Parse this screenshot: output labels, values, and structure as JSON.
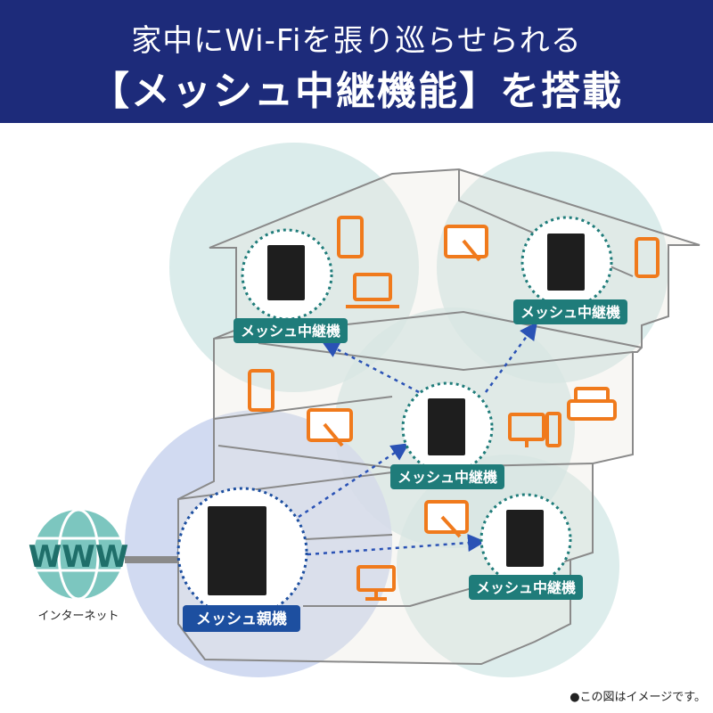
{
  "header": {
    "title_line1": "家中にWi-Fiを張り巡らせられる",
    "title_line2": "【メッシュ中継機能】を搭載",
    "background": "#1d2b7a"
  },
  "internet": {
    "badge": "WWW",
    "label": "インターネット"
  },
  "nodes": {
    "parent": {
      "label": "メッシュ親機",
      "color": "#1d4fa0"
    },
    "relay_upper_left": {
      "label": "メッシュ中継機",
      "color": "#1f7c7a"
    },
    "relay_upper_right": {
      "label": "メッシュ中継機",
      "color": "#1f7c7a"
    },
    "relay_center": {
      "label": "メッシュ中継機",
      "color": "#1f7c7a"
    },
    "relay_lower_right": {
      "label": "メッシュ中継機",
      "color": "#1f7c7a"
    }
  },
  "devices": [
    "smartphone-icon",
    "laptop-icon",
    "tablet-icon",
    "printer-icon",
    "desktop-pc-icon",
    "monitor-icon"
  ],
  "colors": {
    "device_orange": "#f07a1c",
    "coverage_teal": "#9fd1cf",
    "coverage_blue": "#a9b9e3",
    "link_arrow": "#2a52b5"
  },
  "footnote": "●この図はイメージです。"
}
